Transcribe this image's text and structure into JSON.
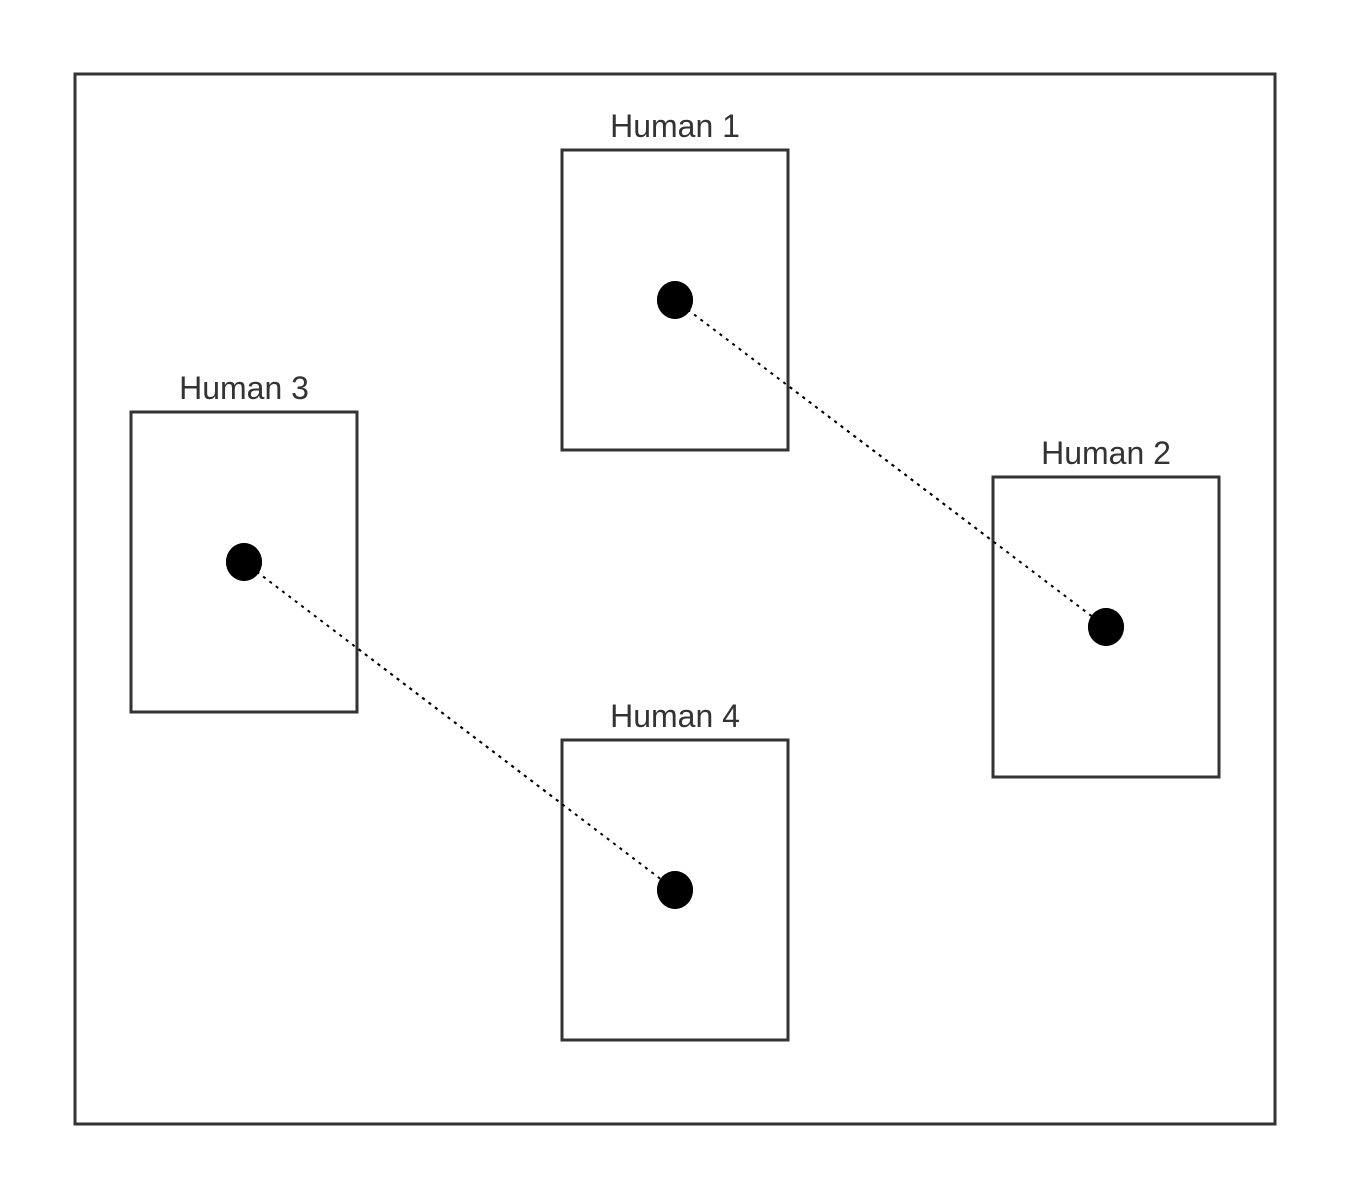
{
  "colors": {
    "stroke": "#333333",
    "dot": "#000000",
    "background": "#ffffff"
  },
  "humans": [
    {
      "id": "h1",
      "label": "Human 1"
    },
    {
      "id": "h2",
      "label": "Human 2"
    },
    {
      "id": "h3",
      "label": "Human 3"
    },
    {
      "id": "h4",
      "label": "Human 4"
    }
  ],
  "connections": [
    {
      "from": "h1",
      "to": "h2",
      "style": "dotted"
    },
    {
      "from": "h3",
      "to": "h4",
      "style": "dotted"
    }
  ]
}
